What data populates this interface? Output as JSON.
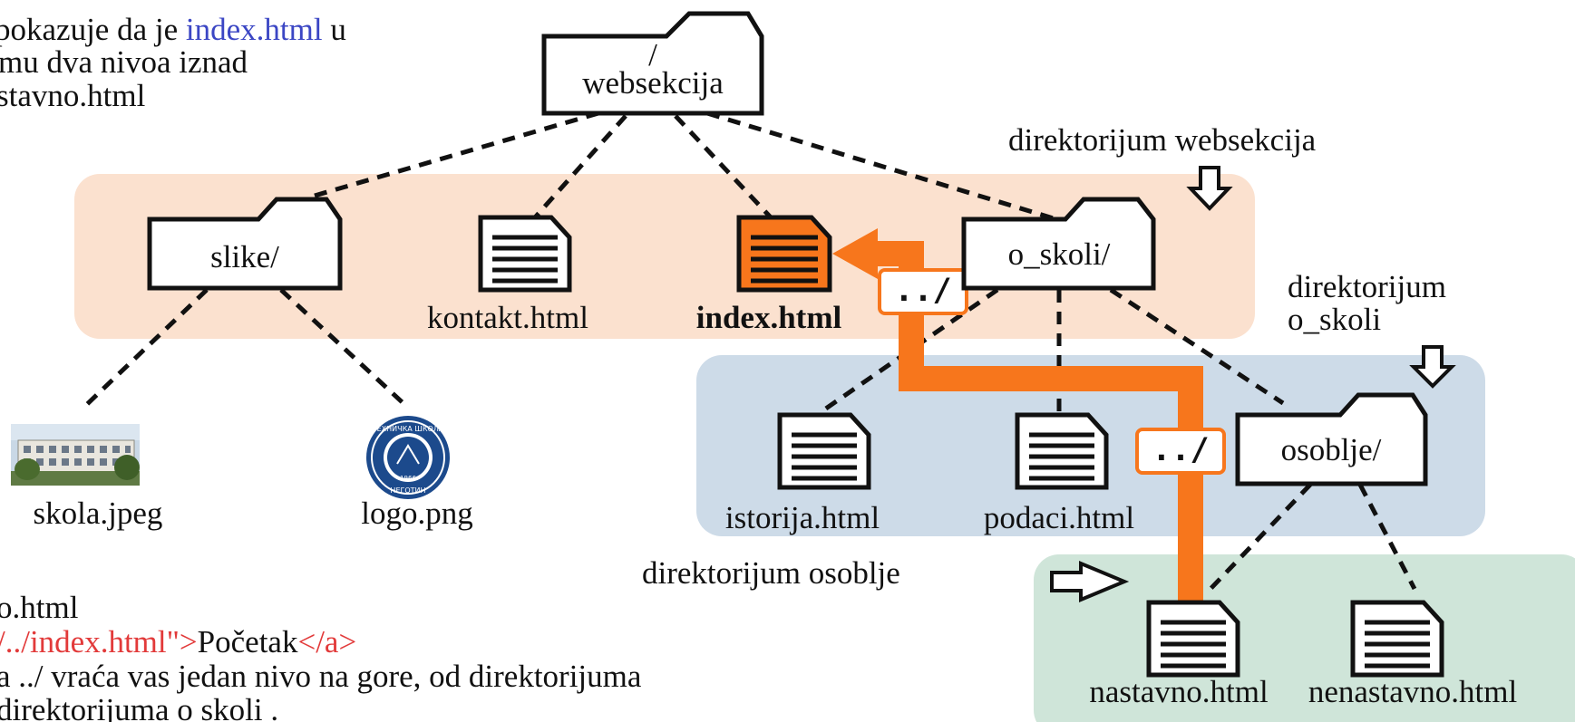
{
  "intro": {
    "line1_pre": "pokazuje da je ",
    "line1_link": "index.html",
    "line1_post": " u",
    "line2": "mu dva nivoa iznad",
    "line3_link": "stavno.html"
  },
  "nodes": {
    "root_slash": "/",
    "root": "websekcija",
    "slike": "slike/",
    "kontakt": "kontakt.html",
    "index": "index.html",
    "o_skoli": "o_skoli/",
    "skola_img": "skola.jpeg",
    "logo_img": "logo.png",
    "istorija": "istorija.html",
    "podaci": "podaci.html",
    "osoblje": "osoblje/",
    "nastavno": "nastavno.html",
    "nenastavno": "nenastavno.html"
  },
  "logo": {
    "ring_text_top": "ТЕХНИЧКА ШКОЛА",
    "ring_text_bottom": "НЕГОТИН",
    "year": "1966"
  },
  "labels": {
    "dir_websekcija": "direktorijum websekcija",
    "dir_o_skoli_1": "direktorijum",
    "dir_o_skoli_2": "o_skoli",
    "dir_osoblje": "direktorijum osoblje",
    "path_step_upper": "../",
    "path_step_lower": "../"
  },
  "code": {
    "line1": "o.html",
    "line2_pre": "/../index.html\">",
    "line2_text": "Početak",
    "line2_close": "</a>",
    "line3": "a ../ vraća vas jedan nivo na gore, od direktorijuma",
    "line4": "direktorijuma  o  skoli ."
  },
  "colors": {
    "orange": "#f7761c",
    "link_blue": "#3b46c4",
    "code_red": "#e23a3a",
    "panel_peach": "#fbe1cf",
    "panel_blue": "#cddbe8",
    "panel_green": "#cfe5d9"
  },
  "icons": {
    "folder": "folder-icon",
    "document": "document-icon",
    "down_arrow": "down-arrow-icon",
    "right_arrow": "right-arrow-icon"
  }
}
